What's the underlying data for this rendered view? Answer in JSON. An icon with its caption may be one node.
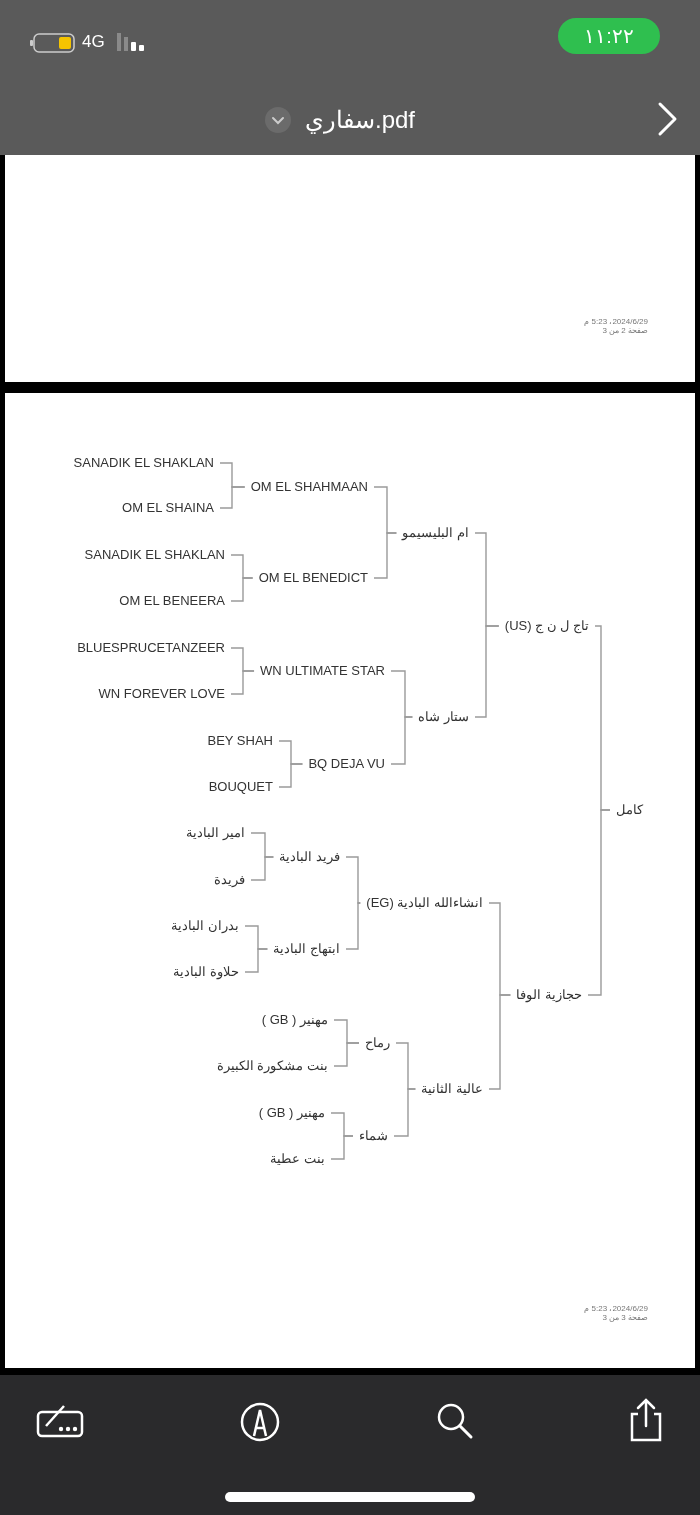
{
  "diagram": {
    "nodes": [
      {
        "text": [
          "SANADIK EL SHAKLAN"
        ]
      },
      {
        "text": [
          "OM EL SHAHMAAN"
        ]
      },
      {
        "text": [
          "OM EL SHAINA"
        ]
      },
      {
        "text": [
          "ام البليسيمو"
        ]
      },
      {
        "text": [
          "SANADIK EL SHAKLAN"
        ]
      },
      {
        "text": [
          "OM EL BENEDICT"
        ]
      },
      {
        "text": [
          "OM EL BENEERA"
        ]
      },
      {
        "text": [
          "تاج ل ن ج (US)"
        ]
      },
      {
        "text": [
          "BLUESPRUCETANZEER"
        ]
      },
      {
        "text": [
          "WN ULTIMATE STAR"
        ]
      },
      {
        "text": [
          "WN FOREVER LOVE"
        ]
      },
      {
        "text": [
          "ستار شاه"
        ]
      },
      {
        "text": [
          "BEY SHAH"
        ]
      },
      {
        "text": [
          "BQ DEJA VU"
        ]
      },
      {
        "text": [
          "BOUQUET"
        ]
      },
      {
        "text": [
          "كامل"
        ]
      },
      {
        "text": [
          "امير البادية"
        ]
      },
      {
        "text": [
          "فريد البادية"
        ]
      },
      {
        "text": [
          "فريدة"
        ]
      },
      {
        "text": [
          "انشاءالله البادية (EG)"
        ]
      },
      {
        "text": [
          "بدران البادية"
        ]
      },
      {
        "text": [
          "ابتهاج البادية"
        ]
      },
      {
        "text": [
          "حلاوة البادية"
        ]
      },
      {
        "text": [
          "حجازية الوفا"
        ]
      },
      {
        "text": [
          "مهنير ( GB )"
        ]
      },
      {
        "text": [
          "رماح"
        ]
      },
      {
        "text": [
          "بنت مشكورة الكبيرة"
        ]
      },
      {
        "text": [
          "عالية الثانية"
        ]
      },
      {
        "text": [
          "مهنير ( GB )"
        ]
      },
      {
        "text": [
          "شماء"
        ]
      },
      {
        "text": [
          "بنت عطية"
        ]
      }
    ],
    "edges": [
      {
        "from": 0,
        "to": 1,
        "arrow": "none"
      },
      {
        "from": 2,
        "to": 1,
        "arrow": "none"
      },
      {
        "from": 4,
        "to": 5,
        "arrow": "none"
      },
      {
        "from": 6,
        "to": 5,
        "arrow": "none"
      },
      {
        "from": 1,
        "to": 3,
        "arrow": "none"
      },
      {
        "from": 5,
        "to": 3,
        "arrow": "none"
      },
      {
        "from": 8,
        "to": 9,
        "arrow": "none"
      },
      {
        "from": 10,
        "to": 9,
        "arrow": "none"
      },
      {
        "from": 12,
        "to": 13,
        "arrow": "none"
      },
      {
        "from": 14,
        "to": 13,
        "arrow": "none"
      },
      {
        "from": 9,
        "to": 11,
        "arrow": "none"
      },
      {
        "from": 13,
        "to": 11,
        "arrow": "none"
      },
      {
        "from": 3,
        "to": 7,
        "arrow": "none"
      },
      {
        "from": 11,
        "to": 7,
        "arrow": "none"
      },
      {
        "from": 7,
        "to": 15,
        "arrow": "none"
      },
      {
        "from": 16,
        "to": 17,
        "arrow": "none"
      },
      {
        "from": 18,
        "to": 17,
        "arrow": "none"
      },
      {
        "from": 20,
        "to": 21,
        "arrow": "none"
      },
      {
        "from": 22,
        "to": 21,
        "arrow": "none"
      },
      {
        "from": 17,
        "to": 19,
        "arrow": "none"
      },
      {
        "from": 21,
        "to": 19,
        "arrow": "none"
      },
      {
        "from": 24,
        "to": 25,
        "arrow": "none"
      },
      {
        "from": 26,
        "to": 25,
        "arrow": "none"
      },
      {
        "from": 28,
        "to": 29,
        "arrow": "none"
      },
      {
        "from": 30,
        "to": 29,
        "arrow": "none"
      },
      {
        "from": 25,
        "to": 27,
        "arrow": "none"
      },
      {
        "from": 29,
        "to": 27,
        "arrow": "none"
      },
      {
        "from": 19,
        "to": 23,
        "arrow": "none"
      },
      {
        "from": 27,
        "to": 23,
        "arrow": "none"
      },
      {
        "from": 23,
        "to": 15,
        "arrow": "none"
      }
    ],
    "labels": [
      "١١:٢٢",
      "4G",
      "سفاري.pdf",
      "2024/6/29، 5:23 م",
      "صفحة 2 من 3",
      "2024/6/29، 5:23 م",
      "صفحة 3 من 3"
    ]
  }
}
